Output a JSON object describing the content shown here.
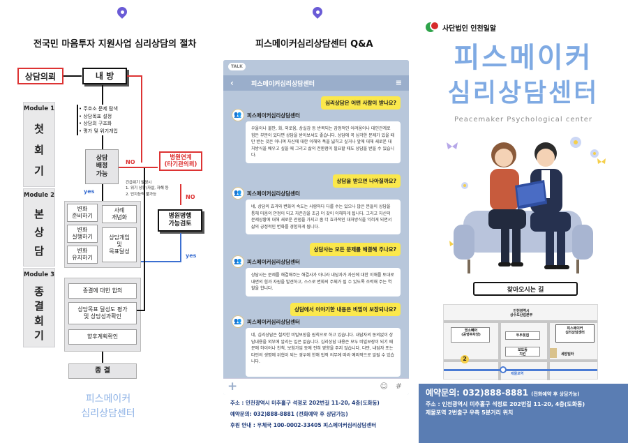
{
  "left": {
    "title": "전국민 마음투자 지원사업 심리상담의 절차",
    "modules": [
      {
        "label": "Module 1",
        "chars": [
          "첫",
          "회",
          "기"
        ]
      },
      {
        "label": "Module 2",
        "chars": [
          "본",
          "상",
          "담"
        ]
      },
      {
        "label": "Module 3",
        "chars": [
          "종",
          "결",
          "회",
          "기"
        ]
      }
    ],
    "consult_request": "상담의뢰",
    "visit": "내  방",
    "visit_steps": [
      "주호소 문제 탐색",
      "상담목표 설정",
      "상담의 구조화",
      "평가 및 위기개입"
    ],
    "assign": "상담\n배정\n가능",
    "no1": "NO",
    "referral": "병원연계\n(타기관의뢰)",
    "emergency_note": "긴급위기 발생시\n1. 위기 상황(자살, 자해 등\n2. 인지능력 불가능",
    "no2": "NO",
    "hospital_review": "병원병행\n가능검토",
    "yes1": "yes",
    "yes2": "yes",
    "stage_boxes": [
      "변화\n준비하기",
      "변화\n실행하기",
      "변화\n유지하기"
    ],
    "side_boxes": [
      "사례\n개념화",
      "상담개입\n및\n목표달성"
    ],
    "end_boxes": [
      "종결에 대한 합의",
      "상담목표 달성도 평가\n및 상담성과확인",
      "향후계획확인"
    ],
    "end": "종  결",
    "brand_line1": "피스메이커",
    "brand_line2": "심리상담센터"
  },
  "middle": {
    "title": "피스메이커심리상담센터 Q&A",
    "talk_badge": "TALK",
    "chat_title": "피스메이커심리상담센터",
    "sender": "피스메이커심리상담센터",
    "qa": [
      {
        "q": "심리상담은 어떤 사람이 받나요?",
        "a": "우울이나 불안, 화, 외로움, 상실감 등 반복되는 감정적인 어려움이나 대인관계로 힘든 부분이 있다면 상담을 받아보셔도 좋습니다. 상담에 꼭 심각한 문제가 있을 때만 받는 것은 아니며 자신에 대한 이해와 폭을 넓히고 싶거나 앞에 대해 새로운 대처방식을 배우고 싶을 때 그리고 삶의 전환점이 필요할 때도 상담을 받을 수 있습니다."
      },
      {
        "q": "상담을 받으면 나아질까요?",
        "a": "네, 상담의 효과와 변화의 속도는 사람마다 다를 수는 있으나 많은 분들이 상담을 통해 마음의 안정이 되고 자존감을 조금 더 갖이 이해하게 됩니다. 그리고 자신의 문제상황에 대해 새로운 관점을 가지고 좀 더 효과적인 대처방식을 익혀게 되면서 삶의 긍정적인 변화를 경험하게 됩니다."
      },
      {
        "q": "상담사는 모든 문제를 해결해 주나요?",
        "a": "상담사는 문제를 해결해주는 해결사가 아니라 내담자가 자신에 대한 이해를 토대로 내면의 힘과 자원을 발견하고, 스스로 변화의 주체가 될 수 있도록 조력해 주는 역할을 합니다."
      },
      {
        "q": "상담에서 이야기한 내용은 비밀이 보장되나요?",
        "a": "네, 심리상담은 철저한 비밀보장을 원칙으로 하고 있습니다. 내담자의 동의없이 상담내용을 외부에 알리는 일은 없습니다. 심리상담 내용은 모두 비밀보장이 되기 때문에 하이어나 친척, 보험가입 등에 전혀 영향을 주지 않습니다. 다만, 내담자 또는 타인의 생명에 위협이 되는 경우에 한해 법적 의무에 따라 예외적으로 알릴 수 있습니다."
      }
    ],
    "info_address": "주소 : 인천광역시 미추홀구 석정로 202번길 11-20, 4층(도화동)",
    "info_phone": "예약문의: 032)888-8881 (전화예약 후 상담가능)",
    "info_account": "후원 안내 : 우체국 100-0002-33405 피스메이커심리상담센터"
  },
  "right": {
    "logo_text": "사단법인 인천일알",
    "title_line1": "피스메이커",
    "title_line2": "심리상담센터",
    "subtitle": "Peacemaker Psychological center",
    "directions": "찾아오시는 길",
    "map": {
      "city_hall": "인천광역시\n상수도산업본부",
      "building1": "명소빼어\n(공영주차장)",
      "building2": "두두횟집",
      "center": "피스메이커\n심리상담센터",
      "cafe": "보도동\n치킨",
      "station": "제물포역",
      "exit_num": "2",
      "nearby": "세방빌라"
    },
    "phone_label": "예약문의: 032)888-8881",
    "phone_note": "(전화예약 후 상담가능)",
    "address_line1": "주소 : 인천광역시 미추홀구 석정로 202번길 11-20, 4층(도화동)",
    "address_line2": "제물포역 2번출구 우측 5분거리 위치"
  },
  "colors": {
    "accent_blue": "#7faae3",
    "chat_bg": "#b8c7db",
    "question_yellow": "#fbe84c",
    "contact_blue": "#5a7db3",
    "alert_red": "#d33333"
  }
}
